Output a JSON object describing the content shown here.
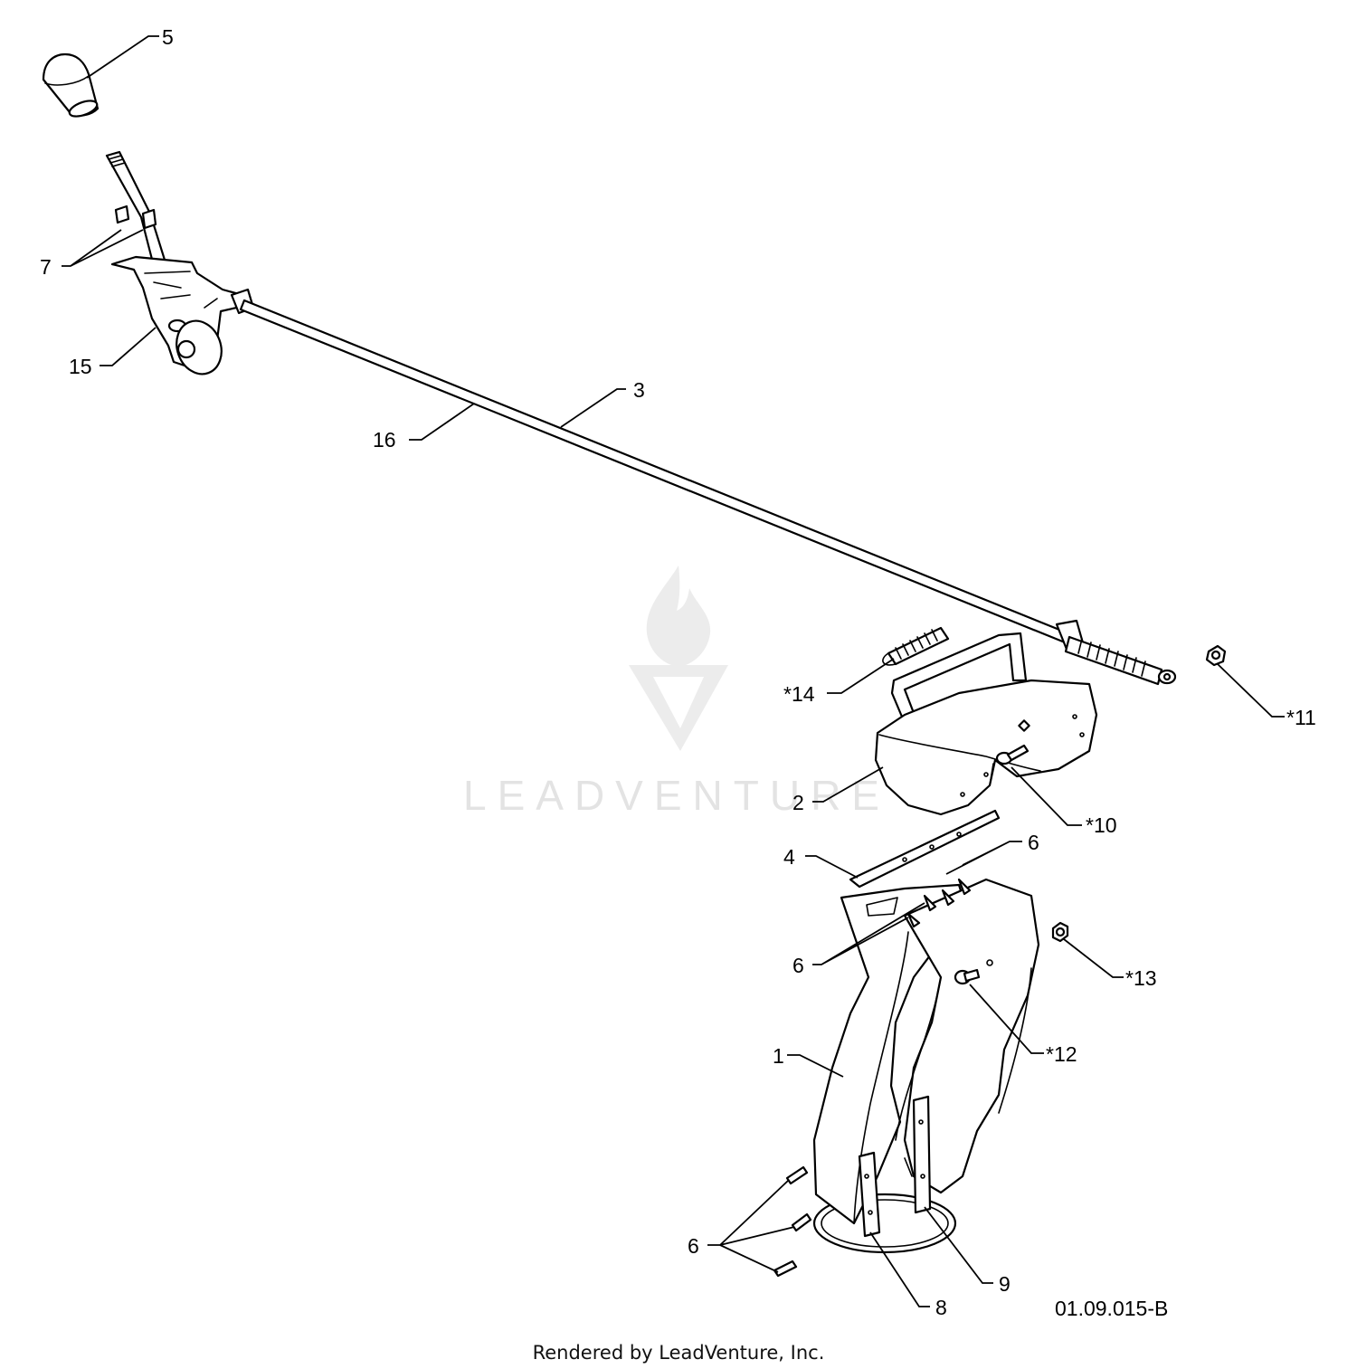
{
  "callouts": {
    "c5": "5",
    "c7": "7",
    "c15": "15",
    "c16": "16",
    "c3": "3",
    "c14": "*14",
    "c11": "*11",
    "c2": "2",
    "c10": "*10",
    "c4": "4",
    "c6_top": "6",
    "c6_mid": "6",
    "c13": "*13",
    "c12": "*12",
    "c1": "1",
    "c6_bottom": "6",
    "c9": "9",
    "c8": "8"
  },
  "drawing_id": "01.09.015-B",
  "footer": "Rendered by LeadVenture, Inc.",
  "watermark": {
    "logo_text": "LEADVENTURE"
  }
}
